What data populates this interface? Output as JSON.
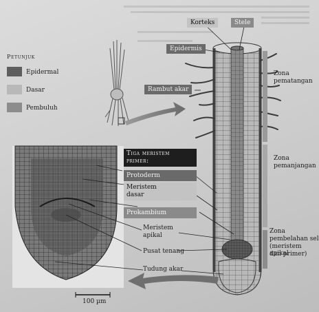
{
  "legend": {
    "title": "Petunjuk",
    "items": [
      {
        "label": "Epidermal",
        "color": "#5e5e5e"
      },
      {
        "label": "Dasar",
        "color": "#b8b8b8"
      },
      {
        "label": "Pembuluh",
        "color": "#8c8c8c"
      }
    ]
  },
  "labels": {
    "korteks": "Korteks",
    "stele": "Stele",
    "epidermis": "Epidermis",
    "rambut_akar": "Rambut akar",
    "zona_pematangan_1": "Zona",
    "zona_pematangan_2": "pematangan",
    "zona_pemanjangan_1": "Zona",
    "zona_pemanjangan_2": "pemanjangan",
    "zona_pembelahan_1": "Zona",
    "zona_pembelahan_2": "pembelahan sel",
    "zona_pembelahan_3": "(meristem apikal",
    "zona_pembelahan_4": "dan primer)",
    "tiga_meristem_1": "Tiga meristem",
    "tiga_meristem_2": "primer:",
    "protoderm": "Protoderm",
    "meristem_dasar_1": "Meristem",
    "meristem_dasar_2": "dasar",
    "prokambium": "Prokambium",
    "meristem_apikal_1": "Meristem",
    "meristem_apikal_2": "apikal",
    "pusat_tenang": "Pusat tenang",
    "tudung_akar": "Tudung akar",
    "scale_bar": "100 µm"
  },
  "colors": {
    "epidermal": "#5e5e5e",
    "dasar": "#b8b8b8",
    "pembuluh": "#8c8c8c",
    "photo_bg": "#e4e4e4",
    "arrow": "#6f6f6f"
  }
}
